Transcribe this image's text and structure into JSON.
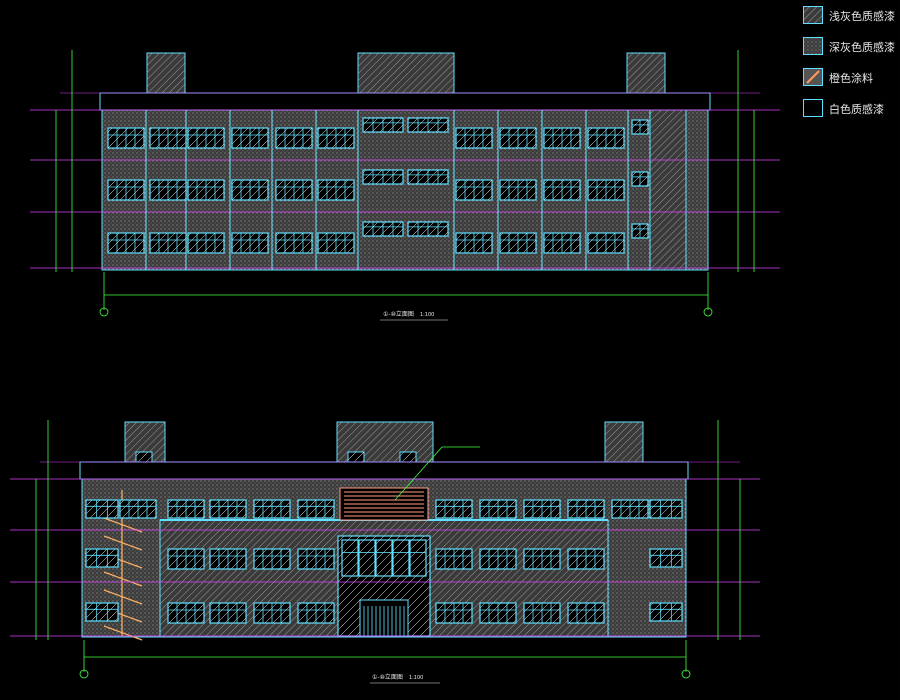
{
  "legend": {
    "items": [
      {
        "label": "浅灰色质感漆",
        "pattern": "hatch-light",
        "color": "#8a8a8a"
      },
      {
        "label": "深灰色质感漆",
        "pattern": "stipple-dark",
        "color": "#5a5a5a"
      },
      {
        "label": "橙色涂料",
        "pattern": "orange",
        "color": "#c98a5a"
      },
      {
        "label": "白色质感漆",
        "pattern": "white",
        "color": "#000000"
      }
    ]
  },
  "drawing1": {
    "title": "①-⑩立面图",
    "scale": "1:100"
  },
  "drawing2": {
    "title": "①-⑩立面图",
    "scale": "1:100"
  },
  "colors": {
    "outline": "#5fe0ff",
    "level_line": "#e040ff",
    "dim_green": "#40ff40",
    "wall_dark": "#4a4a4a",
    "orange": "#ff9a60",
    "yellow": "#ffd060"
  }
}
